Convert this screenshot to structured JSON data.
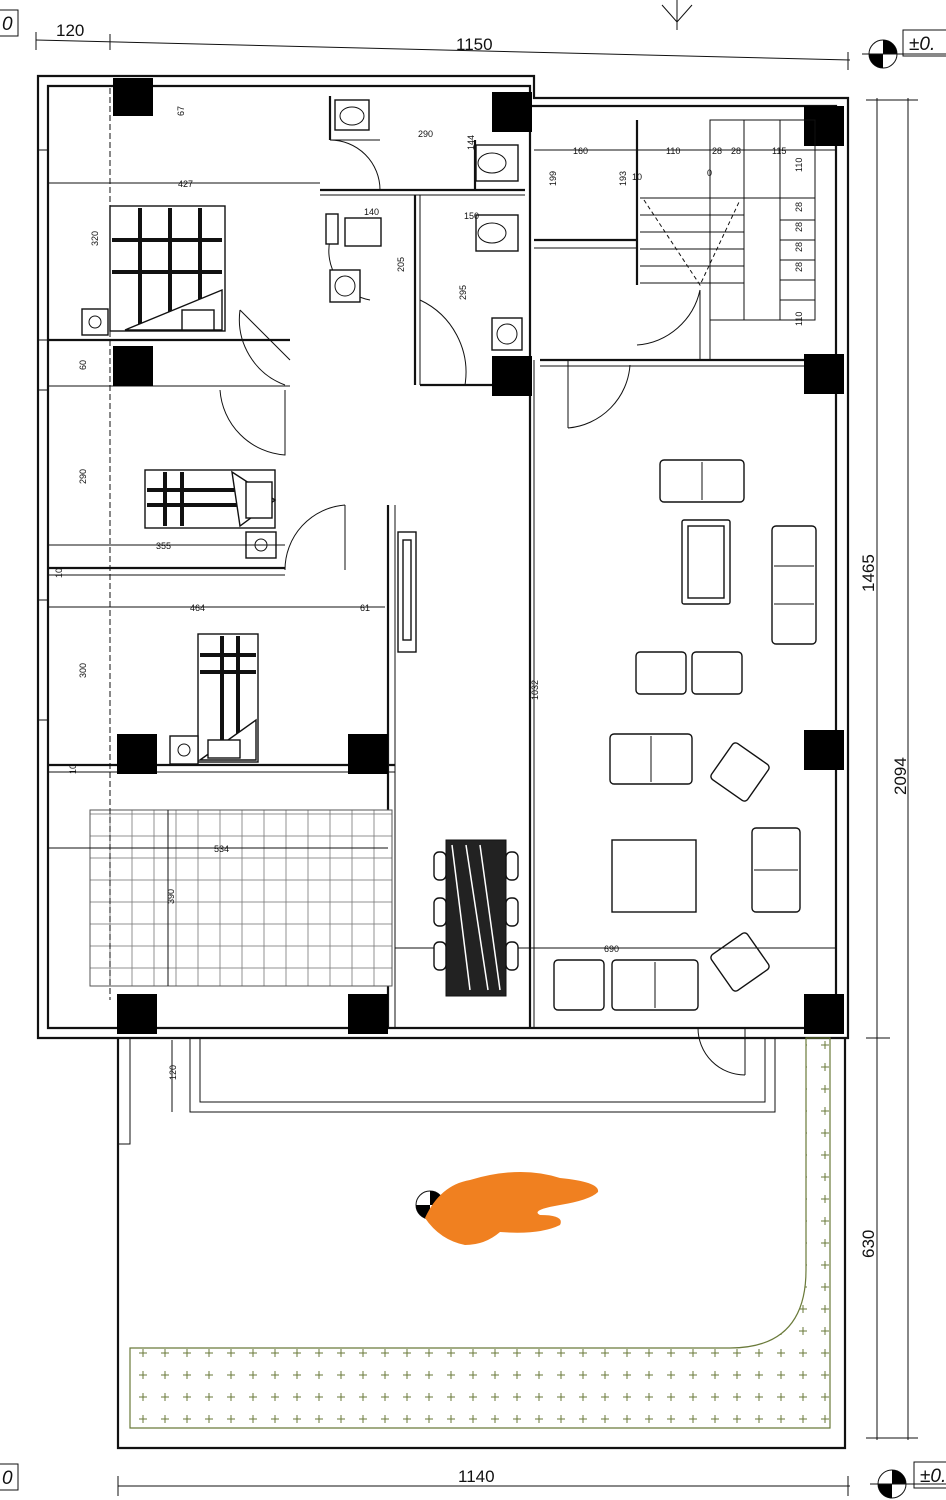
{
  "plan": {
    "overall_dimensions": {
      "top_offset": "120",
      "top_width": "1150",
      "bottom_width": "1140",
      "right_upper": "1465",
      "right_total": "2094",
      "right_lower": "630"
    },
    "level_markers": {
      "top_left": "0",
      "top_right": "±0.",
      "bottom_left": "0",
      "bottom_right": "±0."
    },
    "room_dimensions": {
      "d67": "67",
      "d290": "290",
      "d144": "144",
      "d427": "427",
      "d320": "320",
      "d140": "140",
      "d150": "150",
      "d205": "205",
      "d295": "295",
      "d160": "160",
      "d110a": "110",
      "d28a": "28",
      "d28b": "28",
      "d115": "115",
      "d110b": "110",
      "d199": "199",
      "d193": "193",
      "d10a": "10",
      "d0": "0",
      "d28c": "28",
      "d28d": "28",
      "d28e": "28",
      "d28f": "28",
      "d110c": "110",
      "d60": "60",
      "d290b": "290",
      "d355": "355",
      "d10b": "10",
      "d464": "464",
      "d61": "61",
      "d300": "300",
      "d10c": "10",
      "d1032": "1032",
      "d534": "534",
      "d390": "390",
      "d690": "690",
      "d120b": "120"
    },
    "annotation": {
      "redaction_color": "#f08020"
    }
  }
}
